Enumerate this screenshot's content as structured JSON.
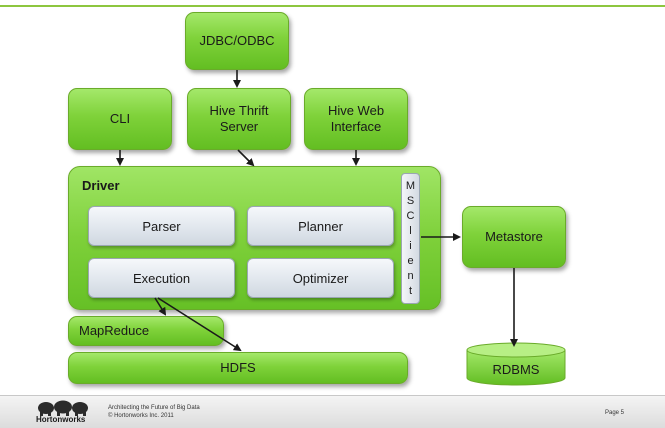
{
  "nodes": {
    "jdbc_odbc": "JDBC/ODBC",
    "cli": "CLI",
    "hive_thrift_server": [
      "Hive Thrift",
      "Server"
    ],
    "hive_web_interface": [
      "Hive Web",
      "Interface"
    ],
    "driver": "Driver",
    "parser": "Parser",
    "planner": "Planner",
    "execution": "Execution",
    "optimizer": "Optimizer",
    "ms_client": [
      "M",
      "S",
      "C",
      "l",
      "i",
      "e",
      "n",
      "t"
    ],
    "metastore": "Metastore",
    "mapreduce": "MapReduce",
    "hdfs": "HDFS",
    "rdbms": "RDBMS"
  },
  "colors": {
    "accent_green": "#7fd23a",
    "inner_box": "#dfe5ec",
    "arrow": "#1a1a1a"
  },
  "footer": {
    "logo_text": "Hortonworks",
    "title": "Architecting the Future of Big Data",
    "copyright": "© Hortonworks Inc. 2011",
    "page": "Page 5"
  }
}
